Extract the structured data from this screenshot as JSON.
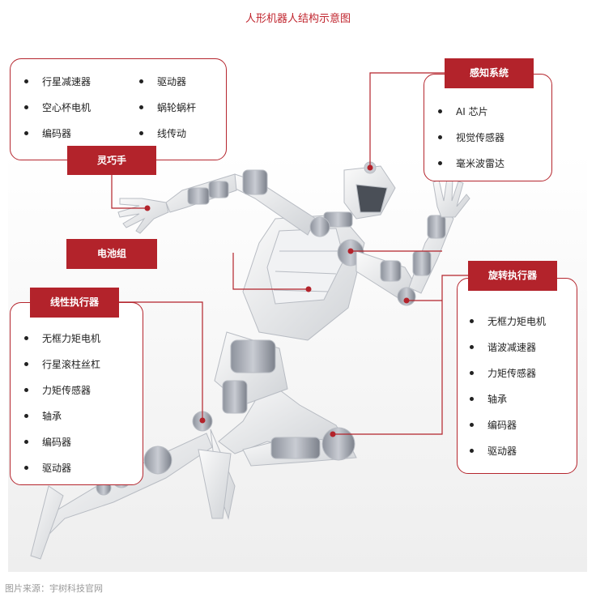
{
  "title": "人形机器人结构示意图",
  "source": "图片来源：宇树科技官网",
  "colors": {
    "accent": "#b3232b",
    "box_border": "#b5262e",
    "line": "#b3232b"
  },
  "callouts": {
    "dexterous_hand": {
      "label": "灵巧手",
      "items": [
        "行星减速器",
        "驱动器",
        "空心杯电机",
        "蜗轮蜗杆",
        "编码器",
        "线传动"
      ]
    },
    "sensing": {
      "label": "感知系统",
      "items": [
        "AI 芯片",
        "视觉传感器",
        "毫米波雷达"
      ]
    },
    "battery": {
      "label": "电池组"
    },
    "linear_actuator": {
      "label": "线性执行器",
      "items": [
        "无框力矩电机",
        "行星滚柱丝杠",
        "力矩传感器",
        "轴承",
        "编码器",
        "驱动器"
      ]
    },
    "rotary_actuator": {
      "label": "旋转执行器",
      "items": [
        "无框力矩电机",
        "谐波减速器",
        "力矩传感器",
        "轴承",
        "编码器",
        "驱动器"
      ]
    }
  }
}
